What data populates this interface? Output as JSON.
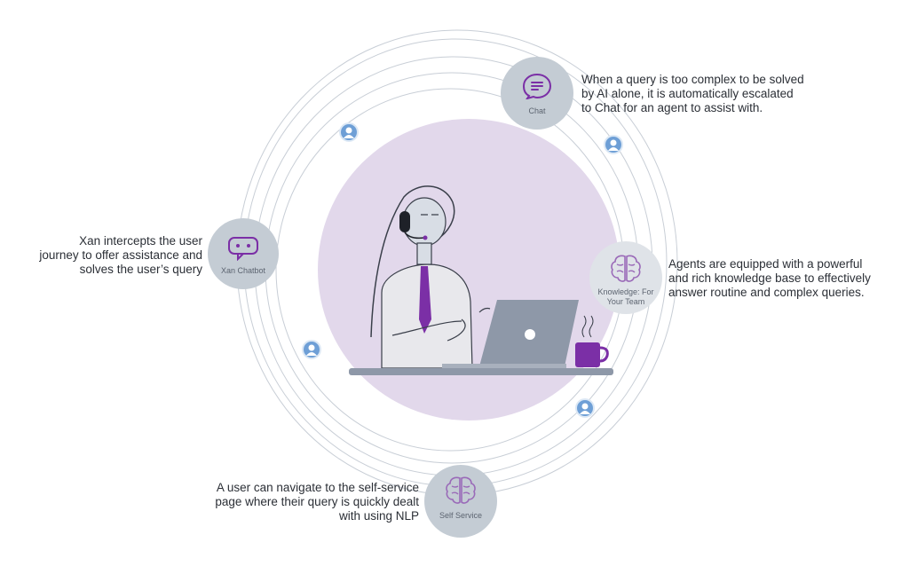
{
  "nodes": {
    "chat": {
      "label": "Chat"
    },
    "chatbot": {
      "label": "Xan Chatbot"
    },
    "knowledge": {
      "label_line1": "Knowledge: For",
      "label_line2": "Your Team"
    },
    "self_service": {
      "label": "Self Service"
    }
  },
  "descriptions": {
    "chat": {
      "line1": "When a query is too complex to be solved",
      "line2": "by AI alone, it is automatically escalated",
      "line3": "to Chat for an agent to assist with."
    },
    "chatbot": {
      "line1": "Xan intercepts the user",
      "line2": "journey to offer assistance and",
      "line3": "solves the user’s query"
    },
    "knowledge": {
      "line1": "Agents are equipped with a powerful",
      "line2": "and rich knowledge base to effectively",
      "line3": "answer routine and complex queries."
    },
    "self_service": {
      "line1": "A user can navigate to the self-service",
      "line2": "page where their query is quickly dealt",
      "line3": "with using NLP"
    }
  },
  "colors": {
    "accent_purple": "#7b2fa6",
    "background_circle": "#e2d8eb",
    "node_gray": "#c4ccd4",
    "ring_gray": "#c8ced6",
    "avatar_blue": "#6e9fd6",
    "laptop_gray": "#8e98a8"
  },
  "icons": {
    "chat": "chat-bubble-icon",
    "chatbot": "chatbot-icon",
    "knowledge": "brain-icon",
    "self_service": "brain-icon",
    "user": "user-avatar-icon"
  }
}
